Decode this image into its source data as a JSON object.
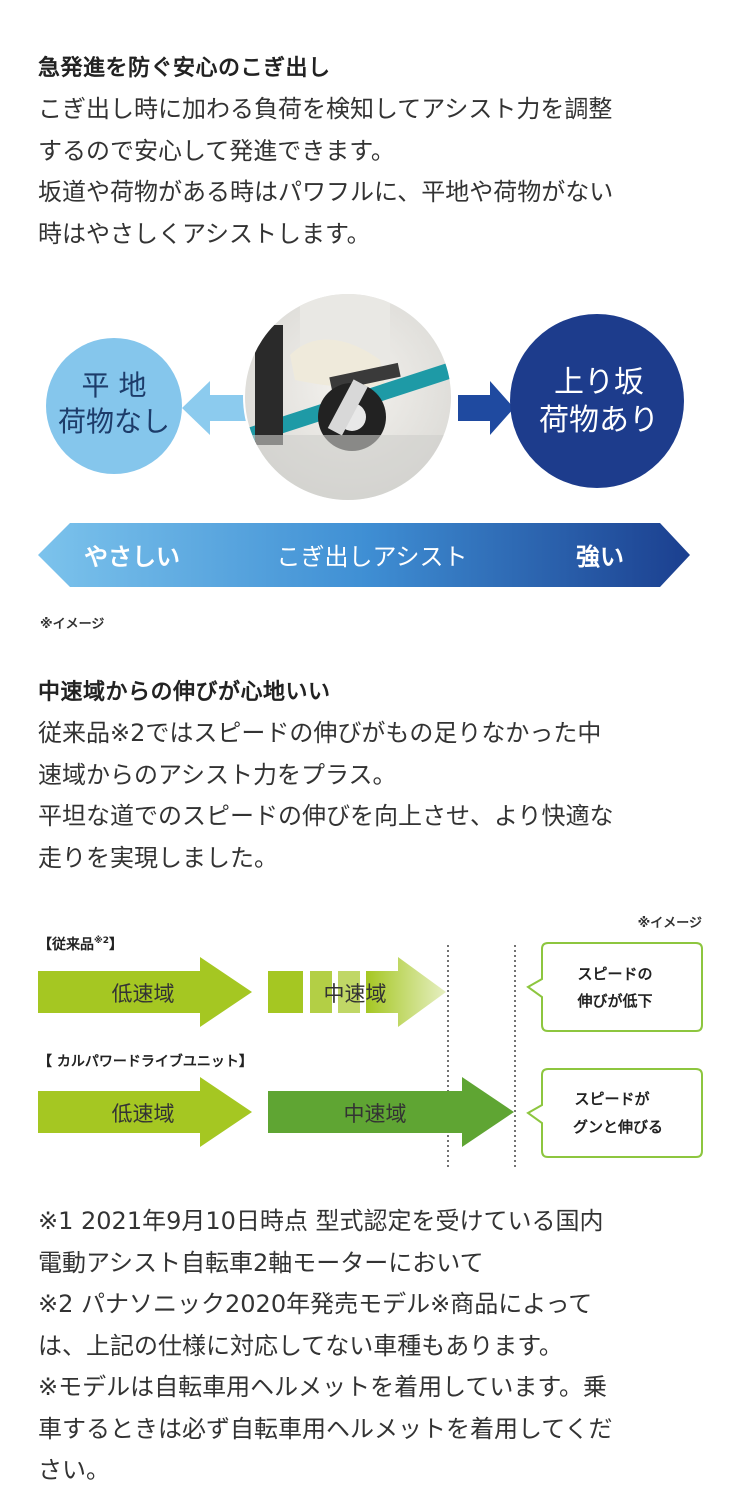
{
  "section1": {
    "heading": "急発進を防ぐ安心のこぎ出し",
    "lines": [
      "こぎ出し時に加わる負荷を検知してアシスト力を調整",
      "するので安心して発進できます。",
      "坂道や荷物がある時はパワフルに、平地や荷物がない",
      "時はやさしくアシストします。"
    ]
  },
  "diagram1": {
    "left_circle": [
      "平 地",
      "荷物なし"
    ],
    "right_circle": [
      "上り坂",
      "荷物あり"
    ],
    "bar_left": "やさしい",
    "bar_center": "こぎ出しアシスト",
    "bar_right": "強い",
    "note": "※イメージ"
  },
  "section2": {
    "heading": "中速域からの伸びが心地いい",
    "lines": [
      "従来品※2ではスピードの伸びがもの足りなかった中",
      "速域からのアシスト力をプラス。",
      "平坦な道でのスピードの伸びを向上させ、より快適な",
      "走りを実現しました。"
    ]
  },
  "diagram2": {
    "note": "※イメージ",
    "old_label": "【従来品",
    "old_label_sup": "※2",
    "old_label_close": "】",
    "new_label": "【 カルパワードライブユニット】",
    "low_speed": "低速域",
    "mid_speed": "中速域",
    "box1": [
      "スピードの",
      "伸びが低下"
    ],
    "box2": [
      "スピードが",
      "グンと伸びる"
    ],
    "colors": {
      "green_light": "#a5c722",
      "green_dark": "#5fa533",
      "box_border": "#8dc63f",
      "blue_dark": "#1d3c8c",
      "blue_light": "#5fb0e0"
    }
  },
  "footnotes": [
    "※1 2021年9月10日時点 型式認定を受けている国内",
    "電動アシスト自転車2軸モーターにおいて",
    "※2 パナソニック2020年発売モデル※商品によって",
    "は、上記の仕様に対応してない車種もあります。",
    "※モデルは自転車用ヘルメットを着用しています。乗",
    "車するときは必ず自転車用ヘルメットを着用してくだ",
    "さい。"
  ]
}
